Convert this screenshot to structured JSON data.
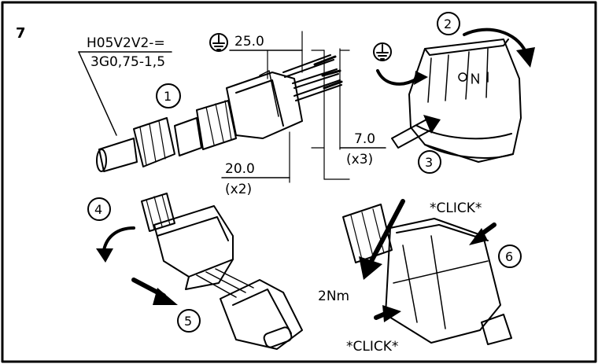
{
  "figure_number": "7",
  "cable": {
    "line1": "H05V2V2-=",
    "line2": "3G0,75-1,5"
  },
  "dims": {
    "ground_len": "25.0",
    "strip_len": "7.0",
    "strip_count": "(x3)",
    "wire_len": "20.0",
    "wire_count": "(x2)"
  },
  "steps": [
    "1",
    "2",
    "3",
    "4",
    "5",
    "6"
  ],
  "torque": "2Nm",
  "click": "*CLICK*",
  "icons": [
    "ground-icon",
    "arrow-icon",
    "connector-icon"
  ],
  "colors": {
    "ink": "#000000",
    "paper": "#ffffff"
  }
}
